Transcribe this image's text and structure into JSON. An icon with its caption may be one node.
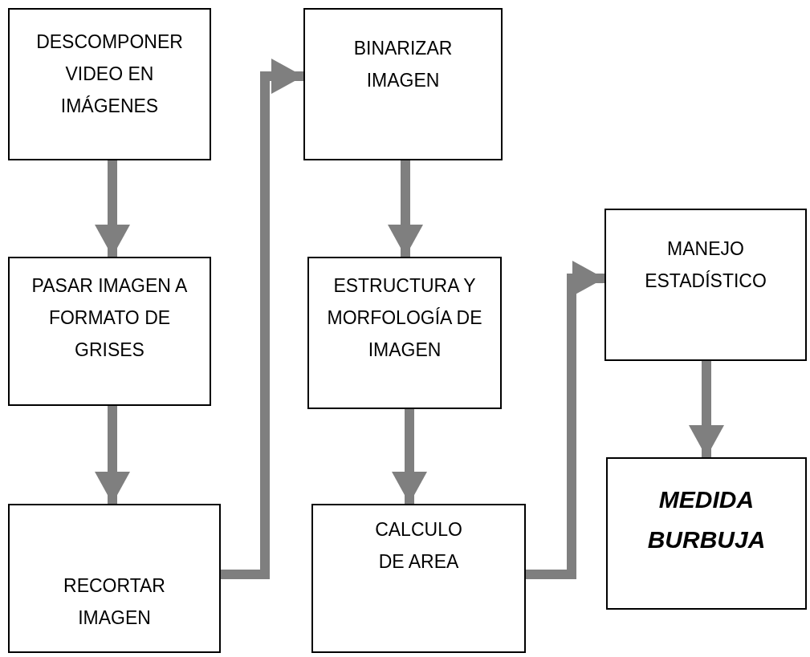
{
  "diagram": {
    "nodes": [
      {
        "text": [
          "DESCOMPONER VIDEO EN IMÁGENES"
        ]
      },
      {
        "text": [
          "PASAR IMAGEN A FORMATO DE GRISES"
        ]
      },
      {
        "text": [
          "RECORTAR IMAGEN"
        ]
      },
      {
        "text": [
          "BINARIZAR IMAGEN"
        ]
      },
      {
        "text": [
          "ESTRUCTURA Y MORFOLOGÍA DE IMAGEN"
        ]
      },
      {
        "text": [
          "CALCULO DE AREA"
        ]
      },
      {
        "text": [
          "MANEJO ESTADÍSTICO"
        ]
      },
      {
        "text": [
          "MEDIDA BURBUJA"
        ]
      }
    ],
    "edges": [
      {
        "from": 0,
        "to": 1,
        "arrow": "to"
      },
      {
        "from": 1,
        "to": 2,
        "arrow": "to"
      },
      {
        "from": 2,
        "to": 3,
        "arrow": "to"
      },
      {
        "from": 3,
        "to": 4,
        "arrow": "to"
      },
      {
        "from": 4,
        "to": 5,
        "arrow": "to"
      },
      {
        "from": 5,
        "to": 6,
        "arrow": "to"
      },
      {
        "from": 6,
        "to": 7,
        "arrow": "to"
      }
    ]
  }
}
